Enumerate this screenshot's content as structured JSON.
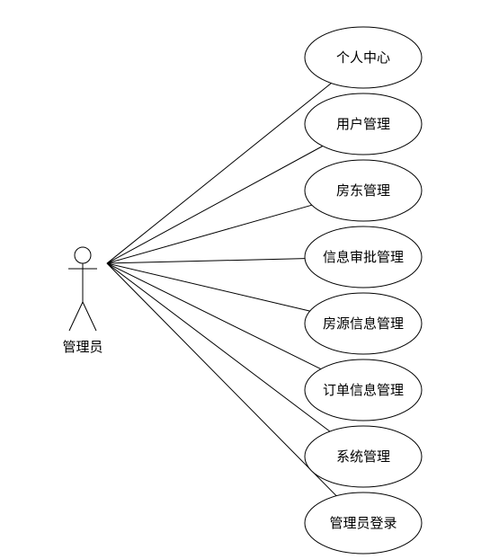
{
  "actor": {
    "label": "管理员",
    "icon": "stick-figure-icon"
  },
  "use_cases": [
    {
      "label": "个人中心"
    },
    {
      "label": "用户管理"
    },
    {
      "label": "房东管理"
    },
    {
      "label": "信息审批管理"
    },
    {
      "label": "房源信息管理"
    },
    {
      "label": "订单信息管理"
    },
    {
      "label": "系统管理"
    },
    {
      "label": "管理员登录"
    }
  ],
  "colors": {
    "stroke": "#000000",
    "background": "#ffffff"
  }
}
